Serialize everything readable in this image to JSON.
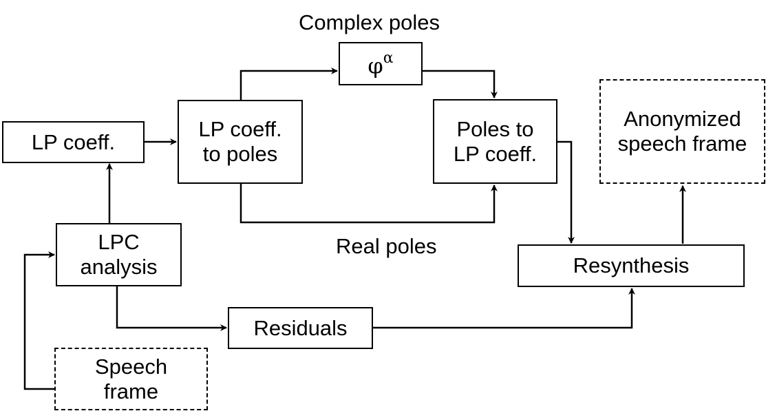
{
  "nodes": {
    "lp_coeff": "LP coeff.",
    "lp_to_poles": "LP coeff.\nto poles",
    "phi": {
      "base": "φ",
      "sup": "α"
    },
    "poles_to_lp": "Poles to\nLP coeff.",
    "anonymized": "Anonymized\nspeech frame",
    "lpc_analysis": "LPC\nanalysis",
    "resynthesis": "Resynthesis",
    "residuals": "Residuals",
    "speech_frame": "Speech\nframe"
  },
  "labels": {
    "complex_poles": "Complex poles",
    "real_poles": "Real poles"
  }
}
